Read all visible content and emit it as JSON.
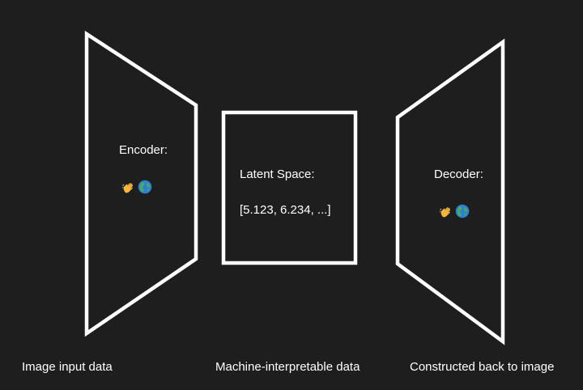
{
  "diagram": {
    "encoder": {
      "title": "Encoder:",
      "icons": [
        "waving-hand-icon",
        "globe-icon"
      ],
      "caption": "Image input data"
    },
    "latent": {
      "title": "Latent Space:",
      "value": "[5.123, 6.234, ...]",
      "caption": "Machine-interpretable data"
    },
    "decoder": {
      "title": "Decoder:",
      "icons": [
        "waving-hand-icon",
        "globe-icon"
      ],
      "caption": "Constructed back to image"
    }
  },
  "colors": {
    "background": "#1f1e1e",
    "stroke": "#ffffff",
    "text": "#ffffff",
    "hand": "#f5b63a",
    "globe_water": "#2e7fd6",
    "globe_land": "#4cae4f"
  }
}
